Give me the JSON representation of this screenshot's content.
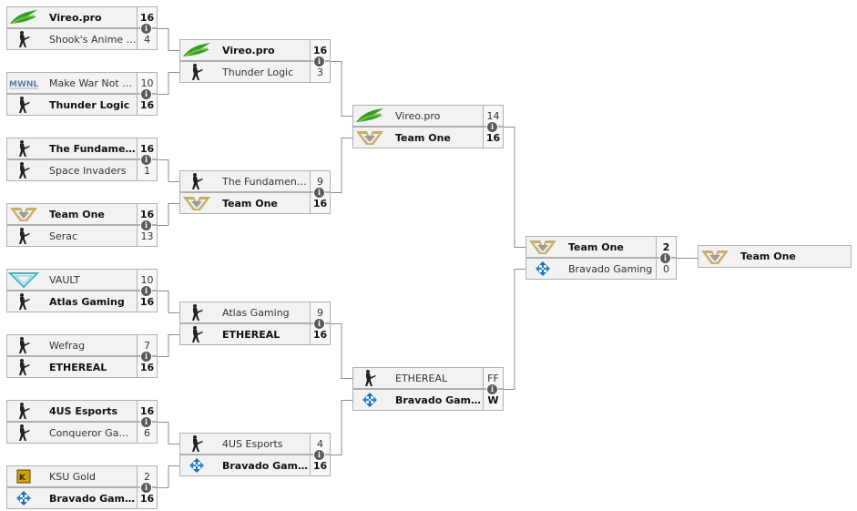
{
  "rounds": [
    {
      "matches": [
        {
          "teams": [
            {
              "name": "Vireo.pro",
              "score": "16",
              "logo": "vireo-logo",
              "win": true
            },
            {
              "name": "Shook's Anime C…",
              "score": "4",
              "logo": "cs-soldier-logo",
              "win": false
            }
          ]
        },
        {
          "teams": [
            {
              "name": "Make War Not L…",
              "score": "10",
              "logo": "mwnl-logo",
              "win": false
            },
            {
              "name": "Thunder Logic",
              "score": "16",
              "logo": "cs-soldier-logo",
              "win": true
            }
          ]
        },
        {
          "teams": [
            {
              "name": "The Fundament…",
              "score": "16",
              "logo": "cs-soldier-logo",
              "win": true
            },
            {
              "name": "Space Invaders",
              "score": "1",
              "logo": "cs-soldier-logo",
              "win": false
            }
          ]
        },
        {
          "teams": [
            {
              "name": "Team One",
              "score": "16",
              "logo": "team-one-logo",
              "win": true
            },
            {
              "name": "Serac",
              "score": "13",
              "logo": "cs-soldier-logo",
              "win": false
            }
          ]
        },
        {
          "teams": [
            {
              "name": "VAULT",
              "score": "10",
              "logo": "vault-logo",
              "win": false
            },
            {
              "name": "Atlas Gaming",
              "score": "16",
              "logo": "cs-soldier-logo",
              "win": true
            }
          ]
        },
        {
          "teams": [
            {
              "name": "Wefrag",
              "score": "7",
              "logo": "cs-soldier-logo",
              "win": false
            },
            {
              "name": "ETHEREAL",
              "score": "16",
              "logo": "cs-soldier-logo",
              "win": true
            }
          ]
        },
        {
          "teams": [
            {
              "name": "4US Esports",
              "score": "16",
              "logo": "cs-soldier-logo",
              "win": true
            },
            {
              "name": "Conqueror Gami…",
              "score": "6",
              "logo": "cs-soldier-logo",
              "win": false
            }
          ]
        },
        {
          "teams": [
            {
              "name": "KSU Gold",
              "score": "2",
              "logo": "ksu-logo",
              "win": false
            },
            {
              "name": "Bravado Gaming",
              "score": "16",
              "logo": "bravado-logo",
              "win": true
            }
          ]
        }
      ]
    },
    {
      "matches": [
        {
          "teams": [
            {
              "name": "Vireo.pro",
              "score": "16",
              "logo": "vireo-logo",
              "win": true
            },
            {
              "name": "Thunder Logic",
              "score": "3",
              "logo": "cs-soldier-logo",
              "win": false
            }
          ]
        },
        {
          "teams": [
            {
              "name": "The Fundamentals",
              "score": "9",
              "logo": "cs-soldier-logo",
              "win": false
            },
            {
              "name": "Team One",
              "score": "16",
              "logo": "team-one-logo",
              "win": true
            }
          ]
        },
        {
          "teams": [
            {
              "name": "Atlas Gaming",
              "score": "9",
              "logo": "cs-soldier-logo",
              "win": false
            },
            {
              "name": "ETHEREAL",
              "score": "16",
              "logo": "cs-soldier-logo",
              "win": true
            }
          ]
        },
        {
          "teams": [
            {
              "name": "4US Esports",
              "score": "4",
              "logo": "cs-soldier-logo",
              "win": false
            },
            {
              "name": "Bravado Gaming",
              "score": "16",
              "logo": "bravado-logo",
              "win": true
            }
          ]
        }
      ]
    },
    {
      "matches": [
        {
          "teams": [
            {
              "name": "Vireo.pro",
              "score": "14",
              "logo": "vireo-logo",
              "win": false
            },
            {
              "name": "Team One",
              "score": "16",
              "logo": "team-one-logo",
              "win": true
            }
          ]
        },
        {
          "teams": [
            {
              "name": "ETHEREAL",
              "score": "FF",
              "logo": "cs-soldier-logo",
              "win": false
            },
            {
              "name": "Bravado Gaming",
              "score": "W",
              "logo": "bravado-logo",
              "win": true
            }
          ]
        }
      ]
    },
    {
      "matches": [
        {
          "teams": [
            {
              "name": "Team One",
              "score": "2",
              "logo": "team-one-logo",
              "win": true
            },
            {
              "name": "Bravado Gaming",
              "score": "0",
              "logo": "bravado-logo",
              "win": false
            }
          ]
        }
      ]
    }
  ],
  "champion": {
    "name": "Team One",
    "logo": "team-one-logo"
  },
  "info_icon_glyph": "i",
  "colors": {
    "row_bg": "#f2f2f2",
    "border": "#b0b0b0",
    "connector": "#8c8c8c",
    "info_bg": "#5a5a5a"
  }
}
